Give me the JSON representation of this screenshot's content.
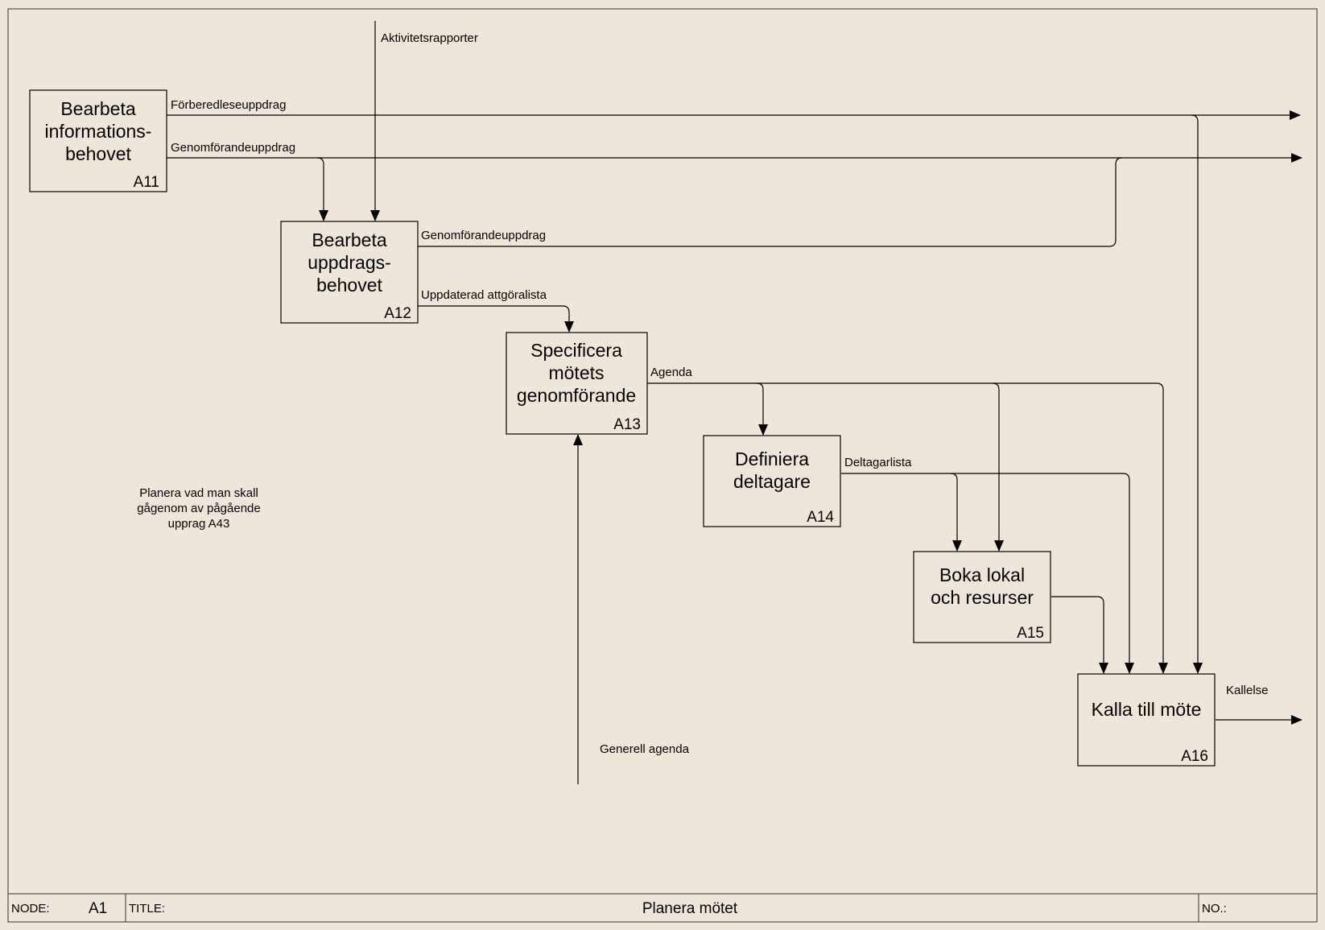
{
  "diagram": {
    "boxes": [
      {
        "id": "A11",
        "lines": [
          "Bearbeta",
          "informations-",
          "behovet"
        ]
      },
      {
        "id": "A12",
        "lines": [
          "Bearbeta",
          "uppdrags-",
          "behovet"
        ]
      },
      {
        "id": "A13",
        "lines": [
          "Specificera",
          "mötets",
          "genomförande"
        ]
      },
      {
        "id": "A14",
        "lines": [
          "Definiera",
          "deltagare"
        ]
      },
      {
        "id": "A15",
        "lines": [
          "Boka lokal",
          "och resurser"
        ]
      },
      {
        "id": "A16",
        "lines": [
          "Kalla till möte"
        ]
      }
    ],
    "arrow_labels": {
      "aktivitetsrapporter": "Aktivitetsrapporter",
      "forberedleseuppdrag": "Förberedleseuppdrag",
      "genomforandeuppdrag_1": "Genomförandeuppdrag",
      "genomforandeuppdrag_2": "Genomförandeuppdrag",
      "uppdaterad_attgoralista": "Uppdaterad attgöralista",
      "agenda": "Agenda",
      "deltagarlista": "Deltagarlista",
      "kallelse": "Kallelse",
      "generell_agenda": "Generell agenda"
    },
    "note": [
      "Planera vad man skall",
      "gågenom av pågående",
      "upprag A43"
    ]
  },
  "footer": {
    "node_label": "NODE:",
    "node_value": "A1",
    "title_label": "TITLE:",
    "title_value": "Planera mötet",
    "no_label": "NO.:"
  }
}
